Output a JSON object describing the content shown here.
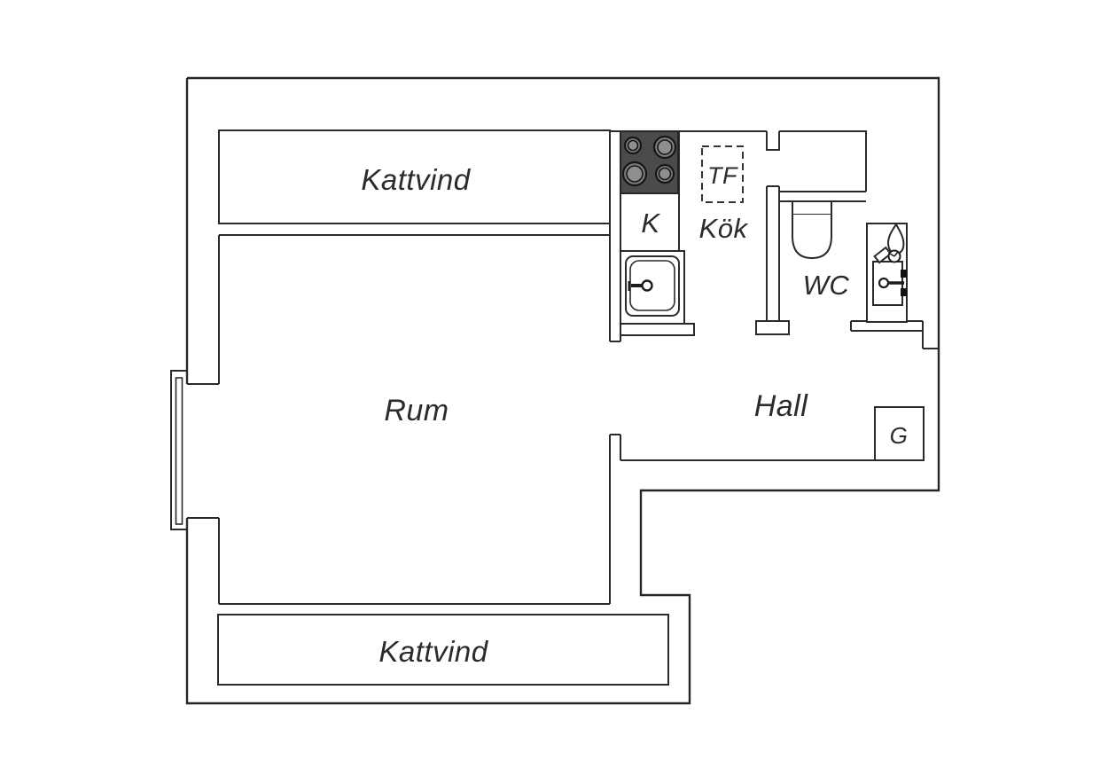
{
  "figure": {
    "type": "floor-plan",
    "description_visible_text_only": true
  },
  "rooms": [
    {
      "id": "kattvind-top",
      "label": "Kattvind"
    },
    {
      "id": "rum",
      "label": "Rum"
    },
    {
      "id": "k",
      "label": "K"
    },
    {
      "id": "tf",
      "label": "TF"
    },
    {
      "id": "kok",
      "label": "Kök"
    },
    {
      "id": "wc",
      "label": "WC"
    },
    {
      "id": "hall",
      "label": "Hall"
    },
    {
      "id": "g",
      "label": "G"
    },
    {
      "id": "kattvind-bottom",
      "label": "Kattvind"
    }
  ],
  "fixtures": [
    "stove-4-burners",
    "kitchen-sink-with-faucet",
    "toilet",
    "wc-vanity-sink-with-faucet",
    "window-left-wall",
    "tf-dashed-shaft"
  ],
  "colors": {
    "background": "#ffffff",
    "wall_line": "#262626",
    "stove_fill": "#4b4b4c",
    "burner_fill": "#7d7d7d",
    "burner_inner_fill": "#8e8e8e",
    "text": "#2b2b2b"
  }
}
